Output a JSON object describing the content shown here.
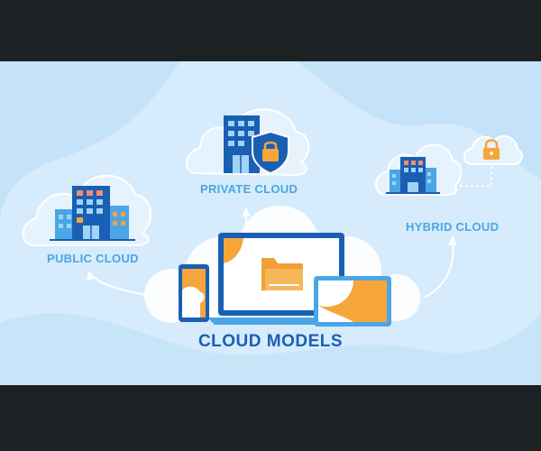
{
  "title": "CLOUD MODELS",
  "models": {
    "public": "PUBLIC CLOUD",
    "private": "PRIVATE CLOUD",
    "hybrid": "HYBRID CLOUD"
  },
  "colors": {
    "background": "#d6ebfb",
    "accent_blue": "#1a5fb4",
    "label_blue": "#4aa6e6",
    "orange": "#f6a53a",
    "frame": "#1c2223"
  },
  "icons": [
    "building-icon",
    "shield-lock-icon",
    "padlock-icon",
    "folder-icon",
    "laptop-icon",
    "phone-icon",
    "tablet-icon",
    "cloud-icon"
  ]
}
